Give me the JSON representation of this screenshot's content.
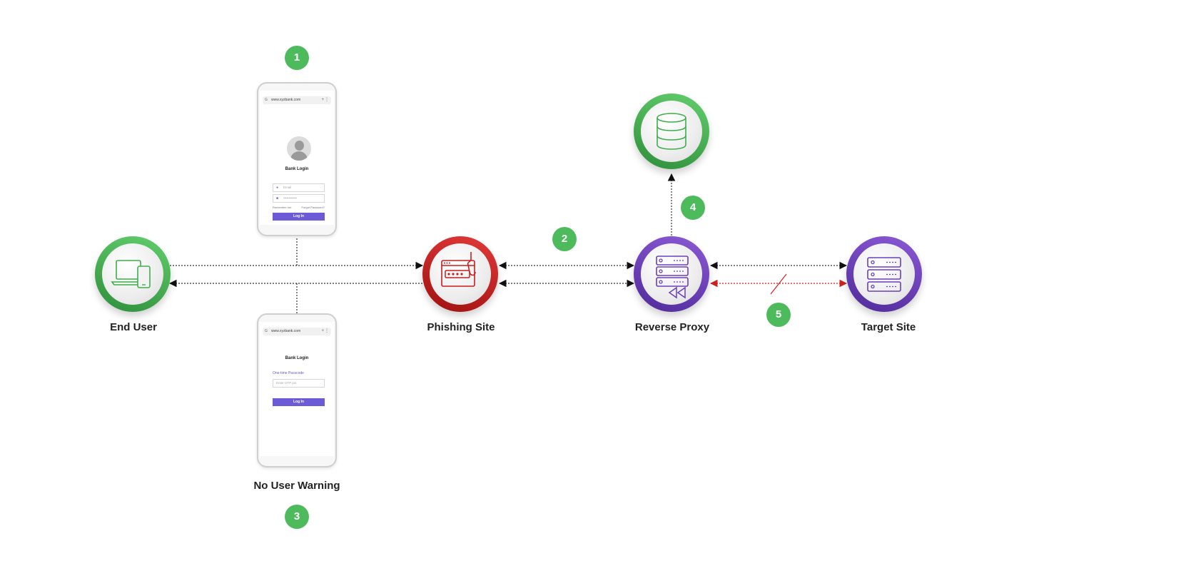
{
  "badges": [
    "1",
    "2",
    "3",
    "4",
    "5"
  ],
  "nodes": {
    "end_user": {
      "label": "End User",
      "icon": "laptop-phone-icon"
    },
    "phishing_site": {
      "label": "Phishing Site",
      "icon": "phishing-hook-icon"
    },
    "reverse_proxy": {
      "label": "Reverse Proxy",
      "icon": "server-rewind-icon"
    },
    "target_site": {
      "label": "Target Site",
      "icon": "server-icon"
    },
    "database": {
      "icon": "database-icon"
    }
  },
  "phone_login": {
    "url": "www.xyzbank.com",
    "title": "Bank Login",
    "email_placeholder": "Email",
    "password_placeholder": "••••••••••••",
    "remember": "Remember me",
    "forgot": "Forgot Password?",
    "button": "Log In"
  },
  "phone_otp": {
    "url": "www.xyzbank.com",
    "title": "Bank Login",
    "otp_label": "One-time Passcode",
    "otp_placeholder": "Enter OTP pin",
    "button": "Log In"
  },
  "caption_no_warning": "No User Warning",
  "colors": {
    "badge": "#4dbb5c",
    "end_user_ring": "#3fae4c",
    "phishing_ring": "#c81e1e",
    "proxy_ring": "#6a3fbf",
    "blocked_arrow": "#d02020"
  }
}
